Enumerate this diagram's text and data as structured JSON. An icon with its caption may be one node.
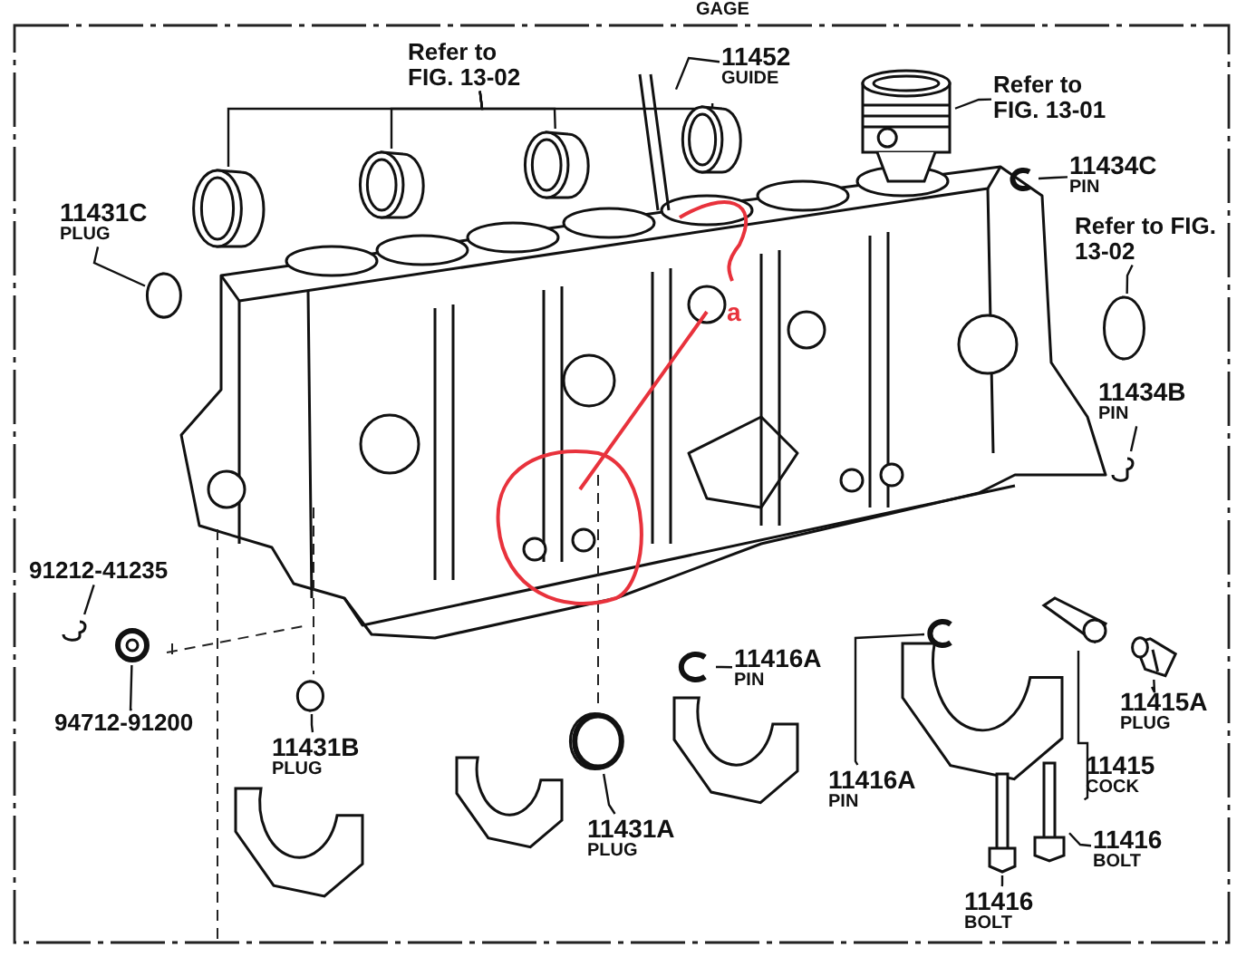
{
  "diagram": {
    "nodes": [
      {
        "text": [
          "Refer to FIG. 13-02"
        ]
      },
      {
        "text": [],
        "shape": "picture"
      },
      {
        "text": [],
        "shape": "picture"
      },
      {
        "text": [],
        "shape": "picture"
      },
      {
        "text": [],
        "shape": "picture"
      },
      {
        "text": [
          "11452",
          "GUIDE"
        ]
      },
      {
        "text": [],
        "shape": "picture"
      },
      {
        "text": [
          "Refer to FIG. 13-01"
        ]
      },
      {
        "text": [],
        "shape": "picture"
      },
      {
        "text": [
          "11434C",
          "PIN"
        ]
      },
      {
        "text": [],
        "shape": "picture"
      },
      {
        "text": [
          "Refer to FIG. 13-02"
        ]
      },
      {
        "text": [],
        "shape": "picture"
      },
      {
        "text": [
          "11431C",
          "PLUG"
        ]
      },
      {
        "text": [],
        "shape": "picture"
      },
      {
        "text": [
          "11434B",
          "PIN"
        ]
      },
      {
        "text": [],
        "shape": "picture"
      },
      {
        "text": [
          "91212-41235"
        ]
      },
      {
        "text": [],
        "shape": "picture"
      },
      {
        "text": [
          "94712-91200"
        ]
      },
      {
        "text": [],
        "shape": "picture"
      },
      {
        "text": [
          "11431B",
          "PLUG"
        ]
      },
      {
        "text": [],
        "shape": "picture"
      },
      {
        "text": [
          "11431A",
          "PLUG"
        ]
      },
      {
        "text": [],
        "shape": "picture"
      },
      {
        "text": [
          "11416A",
          "PIN"
        ]
      },
      {
        "text": [],
        "shape": "picture"
      },
      {
        "text": [
          "11416A",
          "PIN"
        ]
      },
      {
        "text": [],
        "shape": "picture"
      },
      {
        "text": [
          "11415A",
          "PLUG"
        ]
      },
      {
        "text": [],
        "shape": "picture"
      },
      {
        "text": [
          "11415",
          "COCK"
        ]
      },
      {
        "text": [],
        "shape": "picture"
      },
      {
        "text": [
          "11416",
          "BOLT"
        ]
      },
      {
        "text": [],
        "shape": "picture"
      },
      {
        "text": [
          "11416",
          "BOLT"
        ]
      },
      {
        "text": [],
        "shape": "picture"
      }
    ],
    "edges": [
      {
        "from": 0,
        "to": 1,
        "arrow": "none"
      },
      {
        "from": 0,
        "to": 2,
        "arrow": "none"
      },
      {
        "from": 0,
        "to": 3,
        "arrow": "none"
      },
      {
        "from": 0,
        "to": 4,
        "arrow": "none"
      },
      {
        "from": 5,
        "to": 6,
        "arrow": "none"
      },
      {
        "from": 7,
        "to": 8,
        "arrow": "none"
      },
      {
        "from": 9,
        "to": 10,
        "arrow": "none"
      },
      {
        "from": 11,
        "to": 12,
        "arrow": "none"
      },
      {
        "from": 13,
        "to": 14,
        "arrow": "none"
      },
      {
        "from": 15,
        "to": 16,
        "arrow": "none"
      },
      {
        "from": 17,
        "to": 18,
        "arrow": "none"
      },
      {
        "from": 19,
        "to": 20,
        "arrow": "none"
      },
      {
        "from": 21,
        "to": 22,
        "arrow": "none"
      },
      {
        "from": 23,
        "to": 24,
        "arrow": "none"
      },
      {
        "from": 25,
        "to": 26,
        "arrow": "none"
      },
      {
        "from": 27,
        "to": 28,
        "arrow": "none"
      },
      {
        "from": 29,
        "to": 30,
        "arrow": "none"
      },
      {
        "from": 31,
        "to": 32,
        "arrow": "none"
      },
      {
        "from": 33,
        "to": 34,
        "arrow": "none"
      },
      {
        "from": 35,
        "to": 36,
        "arrow": "none"
      }
    ],
    "labels": [
      "GAGE",
      "a"
    ]
  }
}
